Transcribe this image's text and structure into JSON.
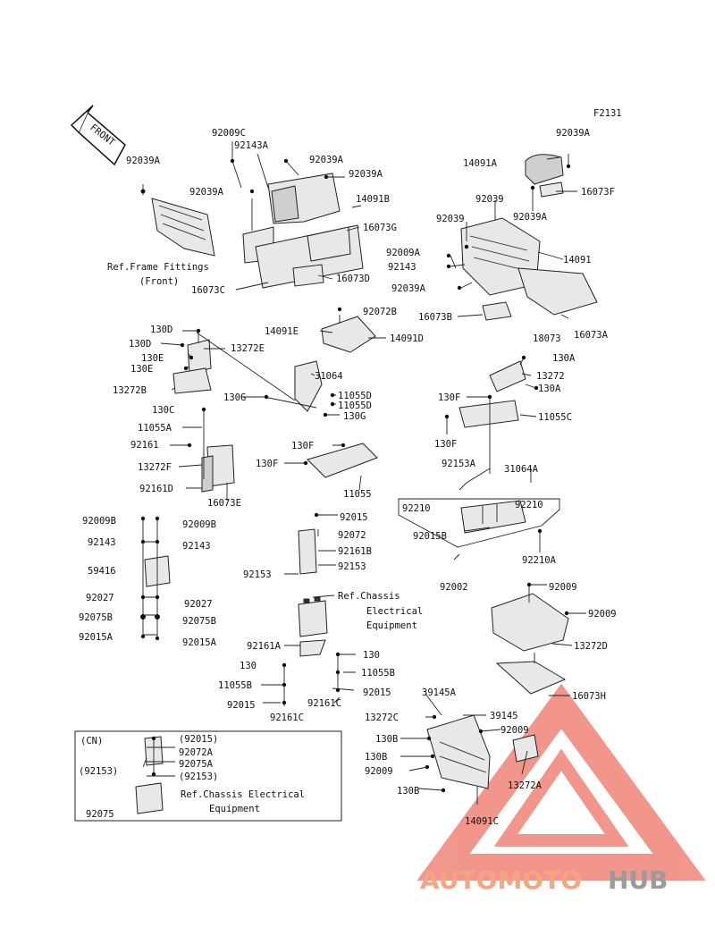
{
  "figure_code": "F2131",
  "front_label": "FRONT",
  "labels": {
    "l1": "92039A",
    "l2": "92009C",
    "l3": "92143A",
    "l4": "92039A",
    "l5": "92039A",
    "l6": "92039A",
    "l7": "14091B",
    "l8": "16073G",
    "l9": "16073D",
    "l10": "16073C",
    "l11": "92039A",
    "l12": "14091A",
    "l13": "92039",
    "l14": "16073F",
    "l15": "92039",
    "l16": "92039A",
    "l17": "92009A",
    "l18": "92143",
    "l19": "14091",
    "l20": "92039A",
    "l21": "16073B",
    "l22": "18073",
    "l23": "16073A",
    "l24": "92072B",
    "l25": "14091E",
    "l26": "14091D",
    "l27": "130D",
    "l28": "130D",
    "l29": "13272E",
    "l30": "130E",
    "l31": "130E",
    "l32": "13272B",
    "l33": "31064",
    "l34": "130G",
    "l35": "11055D",
    "l36": "11055D",
    "l37": "130G",
    "l38": "130C",
    "l39": "11055A",
    "l40": "92161",
    "l41": "13272F",
    "l42": "92161D",
    "l43": "16073E",
    "l44": "130F",
    "l45": "130F",
    "l46": "11055",
    "l47": "130A",
    "l48": "13272",
    "l49": "130A",
    "l50": "130F",
    "l51": "11055C",
    "l52": "130F",
    "l53": "92153A",
    "l54": "31064A",
    "l55": "92210",
    "l56": "92210",
    "l57": "92015B",
    "l58": "92210A",
    "l59": "92009B",
    "l60": "92009B",
    "l61": "92143",
    "l62": "92143",
    "l63": "59416",
    "l64": "92027",
    "l65": "92027",
    "l66": "92075B",
    "l67": "92075B",
    "l68": "92015A",
    "l69": "92015A",
    "l70": "92015",
    "l71": "92072",
    "l72": "92161B",
    "l73": "92153",
    "l74": "92153",
    "l75": "92002",
    "l76": "92009",
    "l77": "92009",
    "l78": "13272D",
    "l79": "16073H",
    "l80": "92161A",
    "l81": "130",
    "l82": "130",
    "l83": "11055B",
    "l84": "11055B",
    "l85": "92015",
    "l86": "92015",
    "l87": "92161C",
    "l88": "92161C",
    "l89": "39145A",
    "l90": "39145",
    "l91": "13272C",
    "l92": "92009",
    "l93": "130B",
    "l94": "130B",
    "l95": "92009",
    "l96": "13272A",
    "l97": "130B",
    "l98": "14091C"
  },
  "notes": {
    "ref_frame_1": "Ref.Frame Fittings",
    "ref_frame_2": "(Front)",
    "ref_chassis_1": "Ref.Chassis",
    "ref_chassis_2": "Electrical",
    "ref_chassis_3": "Equipment"
  },
  "inset": {
    "region": "(CN)",
    "items": [
      "(92015)",
      "92072A",
      "92075A",
      "(92153)"
    ],
    "left_item": "(92153)",
    "bottom_item": "92075",
    "ref_1": "Ref.Chassis Electrical",
    "ref_2": "Equipment"
  },
  "watermark": {
    "part_a": "AUTOMOTO",
    "part_b": "HUB",
    "color_a": "#f4a582",
    "color_b": "#9a9a9a",
    "logo_color": "#e8412f"
  }
}
